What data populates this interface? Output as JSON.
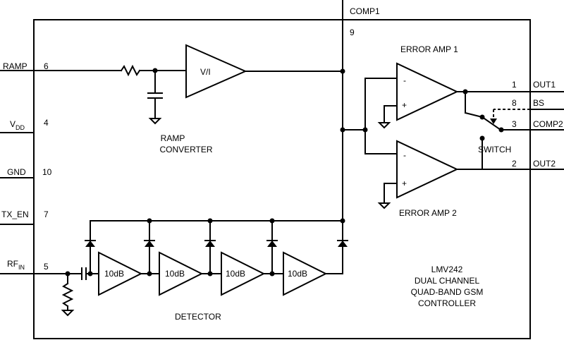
{
  "pins": {
    "ramp": {
      "name": "RAMP",
      "num": "6"
    },
    "vdd": {
      "name": "V",
      "sub": "DD",
      "num": "4"
    },
    "gnd": {
      "name": "GND",
      "num": "10"
    },
    "txen": {
      "name": "TX_EN",
      "num": "7"
    },
    "rfin": {
      "name": "RF",
      "sub": "IN",
      "num": "5"
    },
    "comp1": {
      "name": "COMP1",
      "num": "9"
    },
    "out1": {
      "name": "OUT1",
      "num": "1"
    },
    "bs": {
      "name": "BS",
      "num": "8"
    },
    "comp2": {
      "name": "COMP2",
      "num": "3"
    },
    "out2": {
      "name": "OUT2",
      "num": "2"
    }
  },
  "blocks": {
    "vi": "V/I",
    "ramp_converter": [
      "RAMP",
      "CONVERTER"
    ],
    "error_amp_1": "ERROR AMP 1",
    "error_amp_2": "ERROR AMP 2",
    "switch": "SWITCH",
    "detector": "DETECTOR",
    "amp_gain": [
      "10dB",
      "10dB",
      "10dB",
      "10dB"
    ],
    "minus": "-",
    "plus": "+"
  },
  "chip": [
    "LMV242",
    "DUAL CHANNEL",
    "QUAD-BAND GSM",
    "CONTROLLER"
  ]
}
